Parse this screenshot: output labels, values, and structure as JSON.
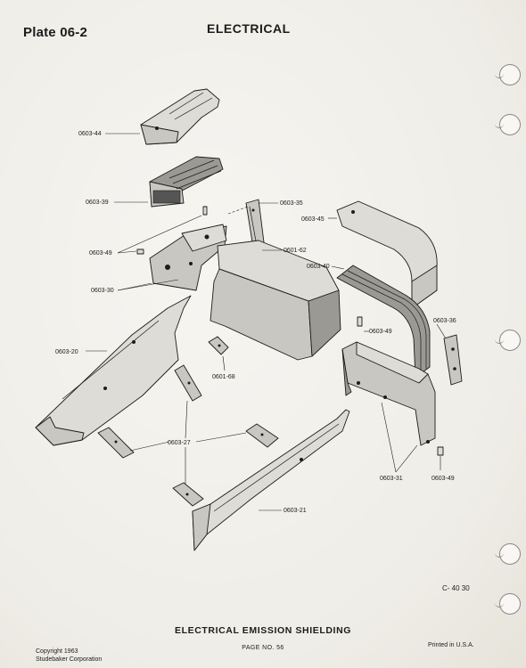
{
  "header": {
    "plate": "Plate 06-2",
    "section": "ELECTRICAL"
  },
  "callouts": {
    "c0603_44": "0603-44",
    "c0603_39": "0603-39",
    "c0603_49a": "0603-49",
    "c0603_30": "0603-30",
    "c0603_20": "0603-20",
    "c0603_35": "0603-35",
    "c0601_62": "0601-62",
    "c0603_45": "0603-45",
    "c0603_40": "0603-40",
    "c0603_36": "0603-36",
    "c0603_49b": "0603-49",
    "c0601_68": "0601-68",
    "c0603_27": "0603-27",
    "c0603_21": "0603-21",
    "c0603_31": "0603-31",
    "c0603_49c": "0603-49"
  },
  "figure_code": "C- 40 30",
  "caption": "ELECTRICAL EMISSION SHIELDING",
  "page_number": "PAGE NO. 56",
  "copyright": {
    "line1": "Copyright 1963",
    "line2": "Studebaker Corporation"
  },
  "printed": "Printed in U.S.A.",
  "colors": {
    "paper": "#f1efe9",
    "ink": "#1c1c1c",
    "part_fill": "#c9c7c1"
  }
}
